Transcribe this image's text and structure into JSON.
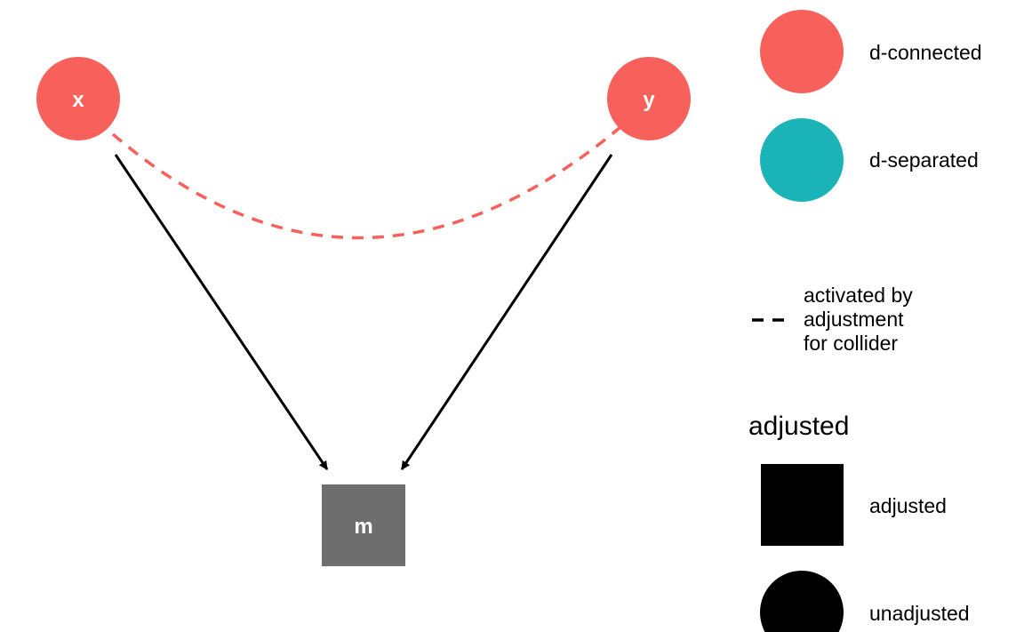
{
  "colors": {
    "d_connected": "#F8605C",
    "d_separated": "#1AB4B8",
    "adjusted_node": "#6E6E6E",
    "edge": "#000000",
    "activated_path": "#F8605C",
    "legend_shape": "#000000"
  },
  "nodes": [
    {
      "id": "x",
      "label": "x",
      "shape": "circle",
      "status": "d-connected"
    },
    {
      "id": "y",
      "label": "y",
      "shape": "circle",
      "status": "d-connected"
    },
    {
      "id": "m",
      "label": "m",
      "shape": "square",
      "status": "adjusted"
    }
  ],
  "edges": [
    {
      "from": "x",
      "to": "m",
      "style": "solid",
      "directed": true
    },
    {
      "from": "y",
      "to": "m",
      "style": "solid",
      "directed": true
    },
    {
      "from": "x",
      "to": "y",
      "style": "dashed",
      "directed": false,
      "meaning": "activated by adjustment for collider"
    }
  ],
  "legend": {
    "status_items": [
      {
        "label": "d-connected"
      },
      {
        "label": "d-separated"
      }
    ],
    "line_item": {
      "lines": [
        "activated by",
        "adjustment",
        "for collider"
      ]
    },
    "adjusted_title": "adjusted",
    "adjusted_items": [
      {
        "label": "adjusted",
        "shape": "square"
      },
      {
        "label": "unadjusted",
        "shape": "circle"
      }
    ]
  }
}
